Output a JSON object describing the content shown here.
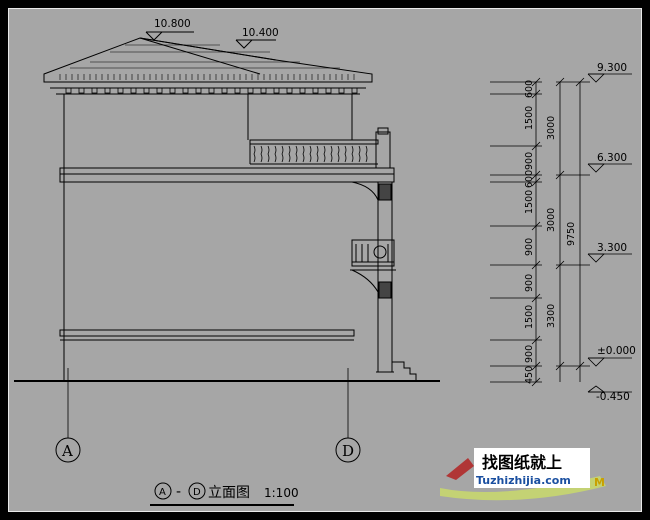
{
  "roof_elevations": [
    "10.800",
    "10.400"
  ],
  "level_marks": [
    "9.300",
    "6.300",
    "3.300",
    "±0.000",
    "-0.450"
  ],
  "inner_dims": [
    "600",
    "1500",
    "900",
    "600",
    "1500",
    "900",
    "900",
    "1500",
    "900",
    "450"
  ],
  "floor_dims": [
    "3000",
    "3000",
    "3300"
  ],
  "total_dim": "9750",
  "axes": [
    "A",
    "D"
  ],
  "title": {
    "axis_start": "A",
    "dash": "-",
    "axis_end": "D",
    "name": "立面图",
    "scale": "1:100"
  },
  "watermark": {
    "line1": "找图纸就上",
    "line2": "Tuzhizhijia.com",
    "tag": "M"
  },
  "colors": {
    "background": "#a6a6a6",
    "line": "#000000",
    "frame": "#e8e8e8"
  }
}
